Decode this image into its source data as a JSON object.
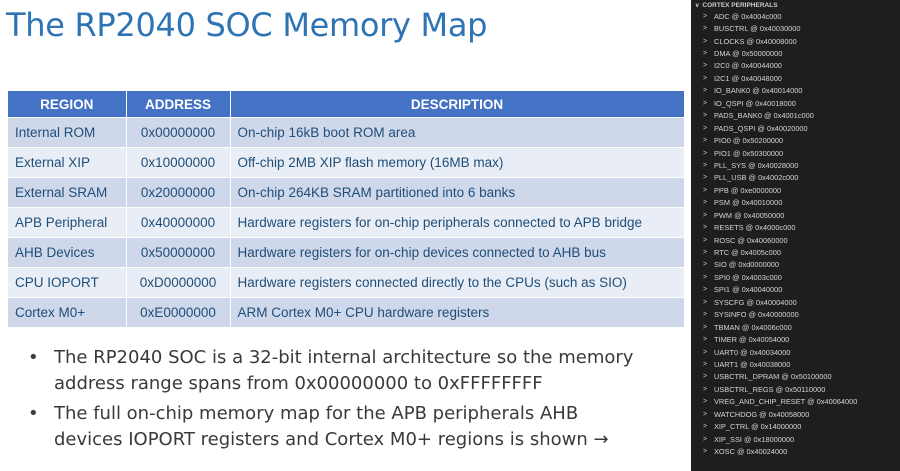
{
  "slide": {
    "title": "The RP2040 SOC Memory Map",
    "table": {
      "headers": [
        "REGION",
        "ADDRESS",
        "DESCRIPTION"
      ],
      "rows": [
        {
          "region": "Internal ROM",
          "address": "0x00000000",
          "description": "On-chip 16kB boot ROM area"
        },
        {
          "region": "External XIP",
          "address": "0x10000000",
          "description": "Off-chip 2MB XIP flash memory (16MB max)"
        },
        {
          "region": "External SRAM",
          "address": "0x20000000",
          "description": "On-chip 264KB SRAM partitioned into 6 banks"
        },
        {
          "region": "APB Peripheral",
          "address": "0x40000000",
          "description": "Hardware registers for on-chip peripherals connected to APB bridge"
        },
        {
          "region": "AHB Devices",
          "address": "0x50000000",
          "description": "Hardware registers for on-chip devices connected to AHB bus"
        },
        {
          "region": "CPU IOPORT",
          "address": "0xD0000000",
          "description": "Hardware registers connected directly to the CPUs (such as SIO)"
        },
        {
          "region": "Cortex M0+",
          "address": "0xE0000000",
          "description": "ARM Cortex M0+ CPU hardware registers"
        }
      ]
    },
    "bullets": [
      {
        "line1": "The RP2040 SOC is a 32-bit internal architecture so the memory",
        "line2": "address range spans from 0x00000000 to 0xFFFFFFFF"
      },
      {
        "line1": "The full on-chip memory map for the APB peripherals AHB",
        "line2": "devices IOPORT registers and Cortex M0+ regions is shown →"
      }
    ]
  },
  "panel": {
    "header": "CORTEX PERIPHERALS",
    "items": [
      "ADC @ 0x4004c000",
      "BUSCTRL @ 0x40030000",
      "CLOCKS @ 0x40008000",
      "DMA @ 0x50000000",
      "I2C0 @ 0x40044000",
      "I2C1 @ 0x40048000",
      "IO_BANK0 @ 0x40014000",
      "IO_QSPI @ 0x40018000",
      "PADS_BANK0 @ 0x4001c000",
      "PADS_QSPI @ 0x40020000",
      "PIO0 @ 0x50200000",
      "PIO1 @ 0x50300000",
      "PLL_SYS @ 0x40028000",
      "PLL_USB @ 0x4002c000",
      "PPB @ 0xe0000000",
      "PSM @ 0x40010000",
      "PWM @ 0x40050000",
      "RESETS @ 0x4000c000",
      "ROSC @ 0x40060000",
      "RTC @ 0x4005c000",
      "SIO @ 0xd0000000",
      "SPI0 @ 0x4003c000",
      "SPI1 @ 0x40040000",
      "SYSCFG @ 0x40004000",
      "SYSINFO @ 0x40000000",
      "TBMAN @ 0x4006c000",
      "TIMER @ 0x40054000",
      "UART0 @ 0x40034000",
      "UART1 @ 0x40038000",
      "USBCTRL_DPRAM @ 0x50100000",
      "USBCTRL_REGS @ 0x50110000",
      "VREG_AND_CHIP_RESET @ 0x40064000",
      "WATCHDOG @ 0x40058000",
      "XIP_CTRL @ 0x14000000",
      "XIP_SSI @ 0x18000000",
      "XOSC @ 0x40024000"
    ]
  }
}
